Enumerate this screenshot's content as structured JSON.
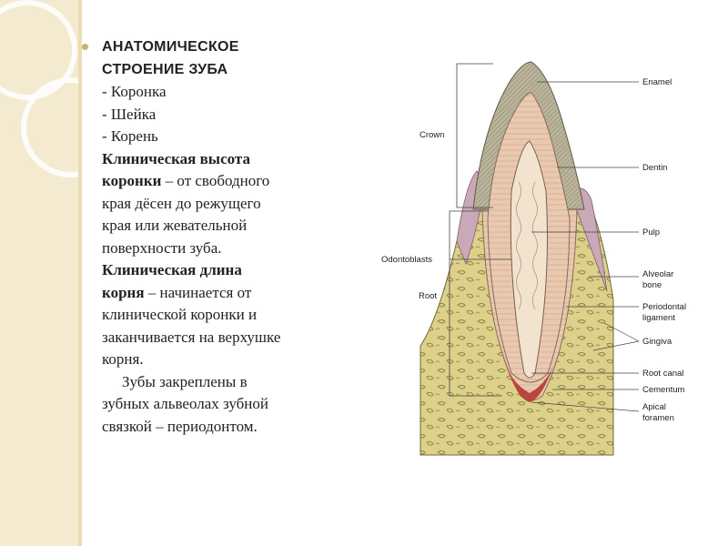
{
  "text": {
    "title_line1": "АНАТОМИЧЕСКОЕ",
    "title_line2": "СТРОЕНИЕ ЗУБА",
    "item1": "- Коронка",
    "item2": "- Шейка",
    "item3": "- Корень",
    "crown_height_term_1": "Клиническая высота",
    "crown_height_term_2": "коронки",
    "crown_height_def_1": " – от свободного",
    "crown_height_def_2": "края дёсен до режущего",
    "crown_height_def_3": "края или жевательной",
    "crown_height_def_4": "поверхности зуба.",
    "root_length_term_1": "Клиническая длина",
    "root_length_term_2": "корня",
    "root_length_def_1": " – начинается от",
    "root_length_def_2": "клинической коронки и",
    "root_length_def_3": "заканчивается на верхушке",
    "root_length_def_4": "корня.",
    "fix_1": "Зубы закреплены в",
    "fix_2": "зубных альвеолах зубной",
    "fix_3": "связкой – периодонтом."
  },
  "diagram": {
    "labels": {
      "enamel": "Enamel",
      "crown": "Crown",
      "dentin": "Dentin",
      "pulp": "Pulp",
      "odontoblasts": "Odontoblasts",
      "alveolar_bone_1": "Alveolar",
      "alveolar_bone_2": "bone",
      "root": "Root",
      "periodontal_1": "Periodontal",
      "periodontal_2": "ligament",
      "gingiva": "Gingiva",
      "root_canal": "Root canal",
      "cementum": "Cementum",
      "apical_1": "Apical",
      "apical_2": "foramen"
    },
    "colors": {
      "bone": "#dcd08a",
      "enamel": "#b9b39a",
      "dentin": "#e9c9b0",
      "pulp": "#f2e3cf",
      "gingiva": "#c9a9b8",
      "apex": "#b8463e"
    }
  }
}
